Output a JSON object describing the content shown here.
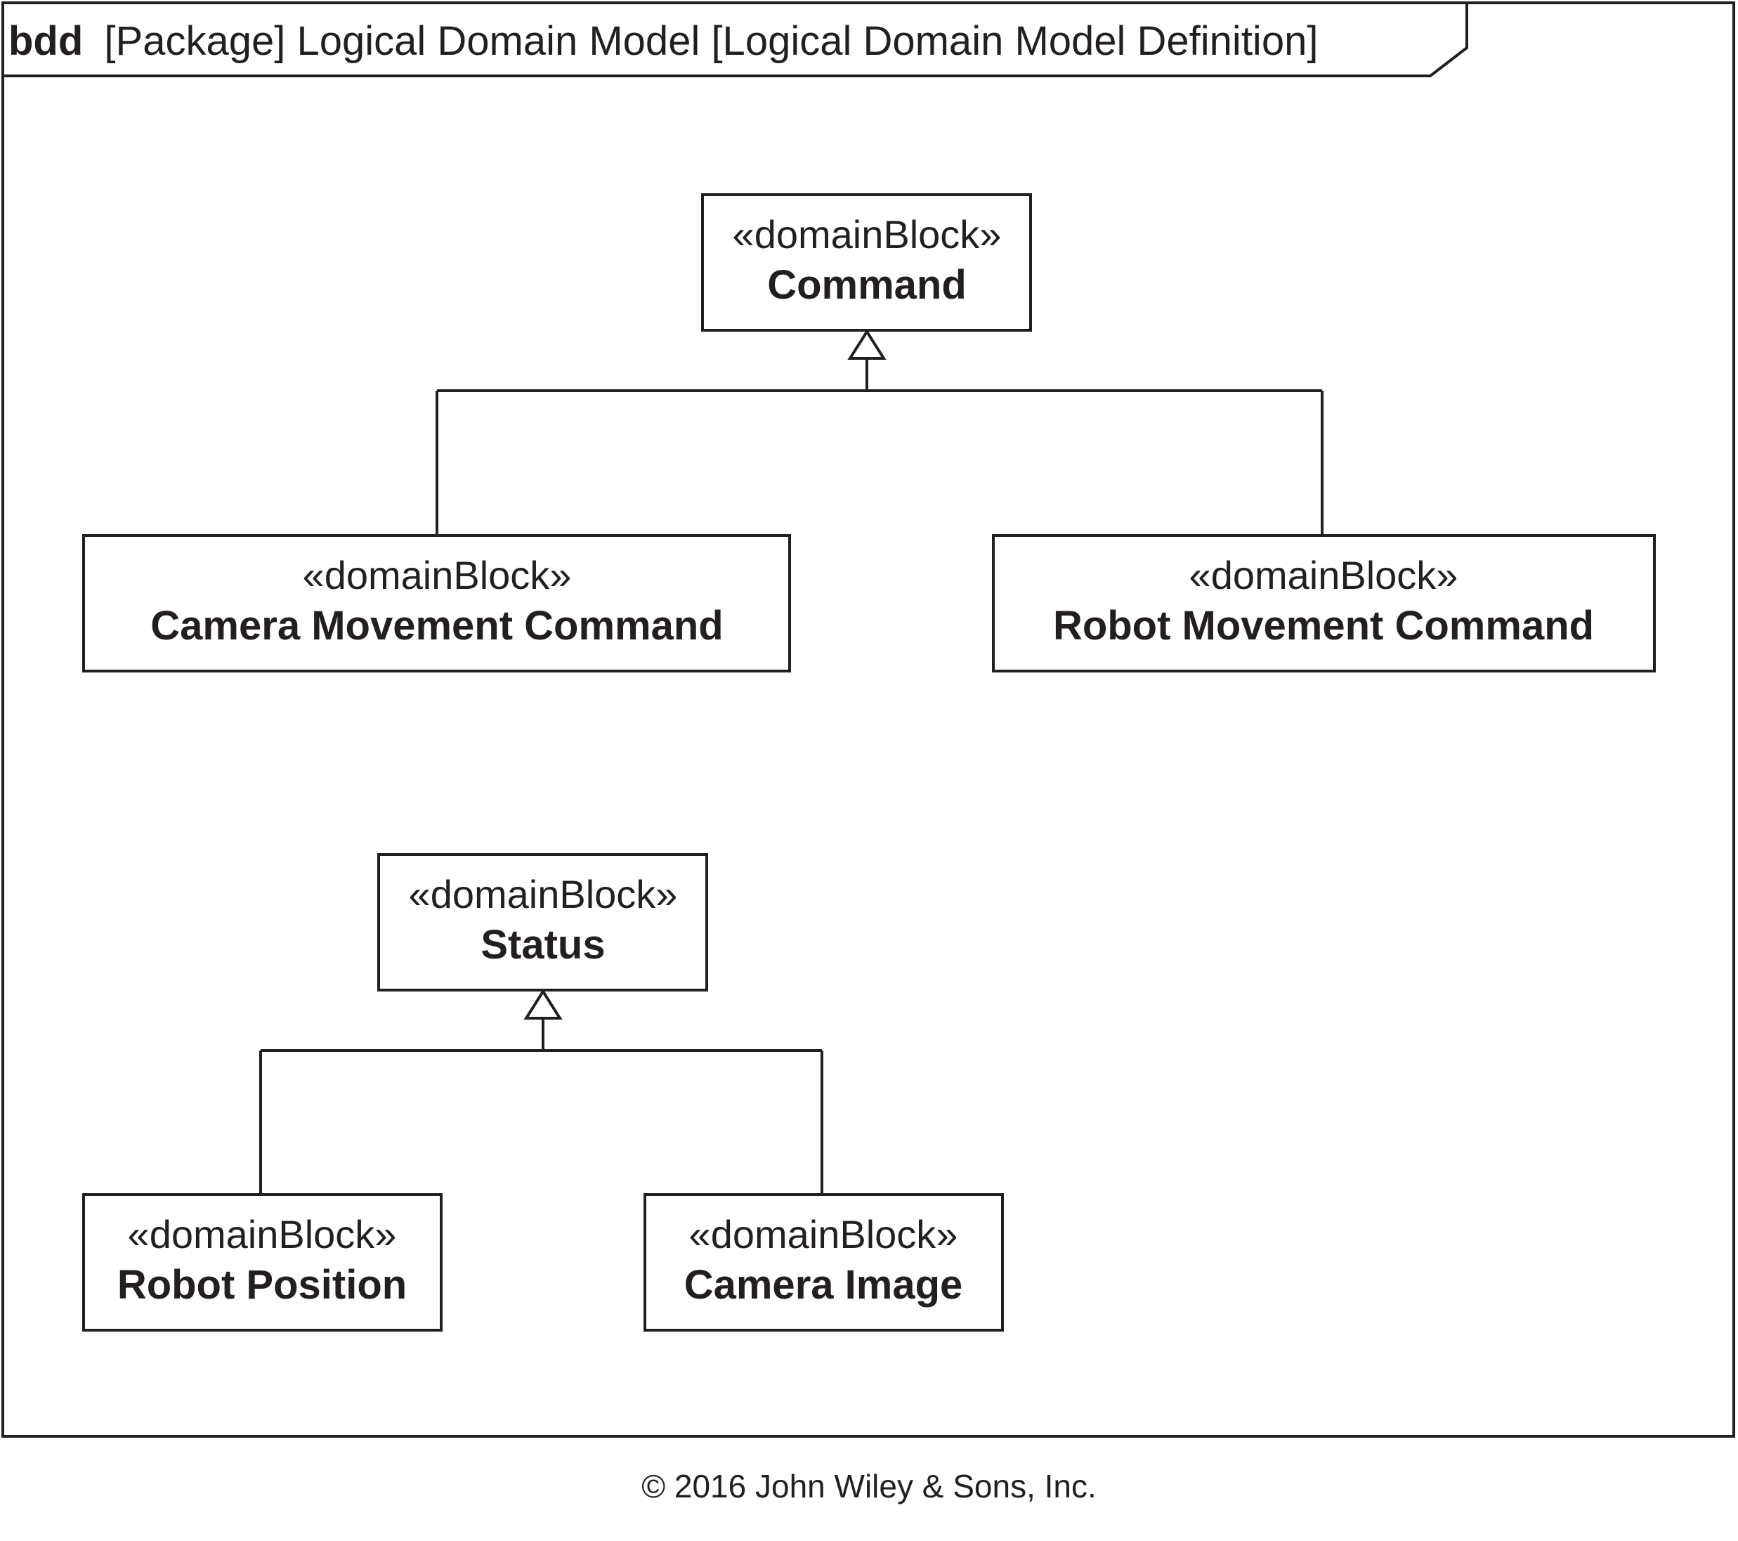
{
  "frame": {
    "kind": "bdd",
    "title": "[Package] Logical Domain Model [Logical Domain Model Definition]"
  },
  "blocks": {
    "command": {
      "stereotype": "«domainBlock»",
      "name": "Command"
    },
    "camera_movement_command": {
      "stereotype": "«domainBlock»",
      "name": "Camera Movement Command"
    },
    "robot_movement_command": {
      "stereotype": "«domainBlock»",
      "name": "Robot Movement Command"
    },
    "status": {
      "stereotype": "«domainBlock»",
      "name": "Status"
    },
    "robot_position": {
      "stereotype": "«domainBlock»",
      "name": "Robot Position"
    },
    "camera_image": {
      "stereotype": "«domainBlock»",
      "name": "Camera Image"
    }
  },
  "generalizations": [
    {
      "parent": "Command",
      "children": [
        "Camera Movement Command",
        "Robot Movement Command"
      ]
    },
    {
      "parent": "Status",
      "children": [
        "Robot Position",
        "Camera Image"
      ]
    }
  ],
  "colors": {
    "line": "#231f20",
    "background": "#ffffff"
  },
  "footer": {
    "copyright": "© 2016 John Wiley & Sons, Inc."
  }
}
